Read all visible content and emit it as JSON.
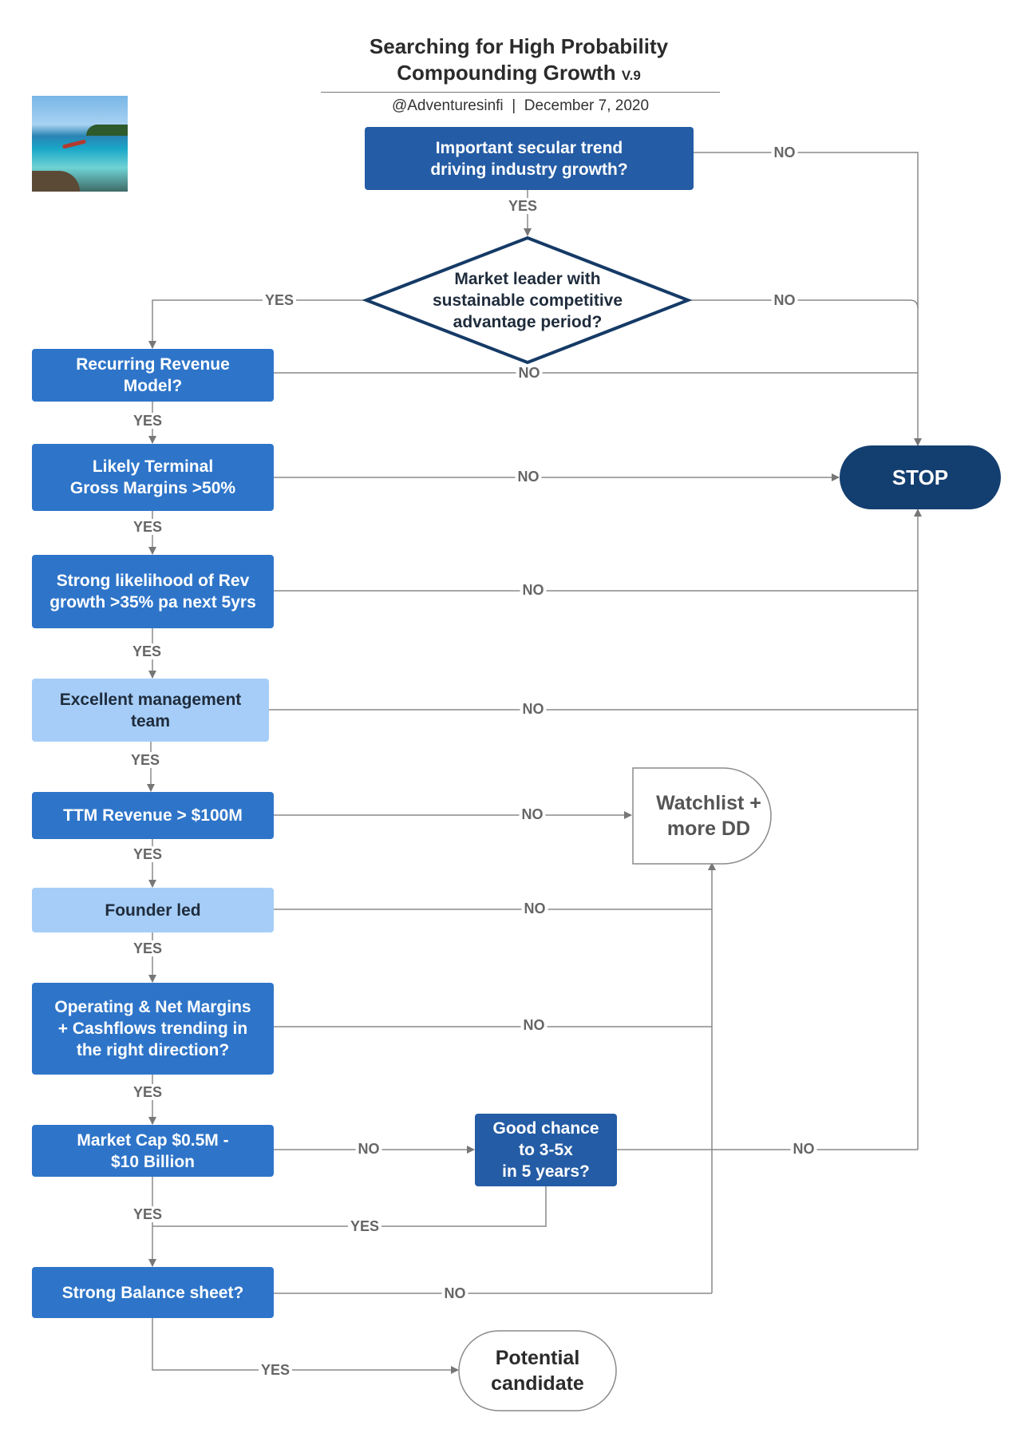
{
  "header": {
    "title_line1": "Searching for High Probability",
    "title_line2": "Compounding Growth",
    "version": "V.9",
    "handle": "@Adventuresinfi",
    "separator": "|",
    "date": "December 7, 2020"
  },
  "photo": {
    "description_icon": "diver-photo"
  },
  "colors": {
    "decision_blue": "#2e75c9",
    "decision_dark": "#245ca5",
    "decision_light": "#a6cdf7",
    "stop": "#133e70",
    "connector": "#888888"
  },
  "nodes": {
    "secular_trend": {
      "line1": "Important secular trend",
      "line2": "driving industry growth?"
    },
    "market_leader": {
      "line1": "Market leader with",
      "line2": "sustainable competitive",
      "line3": "advantage period?"
    },
    "recurring_revenue": {
      "line1": "Recurring Revenue",
      "line2": "Model?"
    },
    "gross_margins": {
      "line1": "Likely Terminal",
      "line2": "Gross Margins >50%"
    },
    "rev_growth": {
      "line1": "Strong likelihood of Rev",
      "line2": "growth >35% pa next 5yrs"
    },
    "management": {
      "line1": "Excellent management",
      "line2": "team"
    },
    "ttm_revenue": {
      "line1": "TTM Revenue > $100M"
    },
    "founder_led": {
      "line1": "Founder led"
    },
    "operating_margins": {
      "line1": "Operating & Net Margins",
      "line2": "+ Cashflows trending in",
      "line3": "the right direction?"
    },
    "market_cap": {
      "line1": "Market Cap $0.5M -",
      "line2": "$10 Billion"
    },
    "good_chance": {
      "line1": "Good chance",
      "line2": "to 3-5x",
      "line3": "in 5 years?"
    },
    "balance_sheet": {
      "line1": "Strong Balance sheet?"
    },
    "stop": {
      "line1": "STOP"
    },
    "watchlist": {
      "line1": "Watchlist +",
      "line2": "more DD"
    },
    "potential": {
      "line1": "Potential",
      "line2": "candidate"
    }
  },
  "edge_labels": {
    "yes": "YES",
    "no": "NO"
  }
}
